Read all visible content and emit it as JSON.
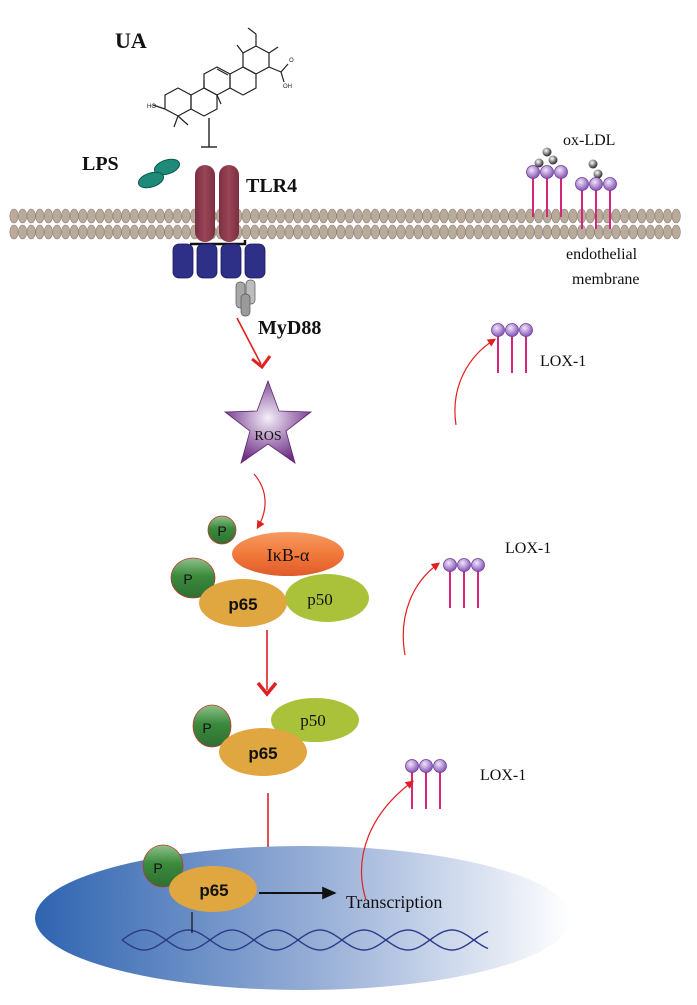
{
  "labels": {
    "ua": "UA",
    "lps": "LPS",
    "tlr4": "TLR4",
    "myd88": "MyD88",
    "ox_ldl": "ox-LDL",
    "membrane_line1": "endothelial",
    "membrane_line2": "membrane",
    "ros": "ROS",
    "ikb": "IκB-α",
    "p": "P",
    "p65": "p65",
    "p50": "p50",
    "lox1": "LOX-1",
    "transcription": "Transcription",
    "molecule_ho": "HO",
    "molecule_oh": "OH",
    "molecule_o": "O"
  },
  "colors": {
    "lipid_head": "#b5a99a",
    "tlr4": "#8c3a4c",
    "myd88_box": "#2e2f86",
    "myd88_tail": "#9a9a9a",
    "lps": "#1f8a7a",
    "ros_star": "#7a3f8e",
    "ikb": "#f07a3c",
    "p_circle": "#3f8a3f",
    "p65": "#e0a640",
    "p50": "#a9c23a",
    "lox_head": "#a77fc9",
    "lox_stalk": "#d4267a",
    "arrow_red": "#e02020",
    "nucleus": "#3f6fb5",
    "dna": "#2c3a8a"
  }
}
